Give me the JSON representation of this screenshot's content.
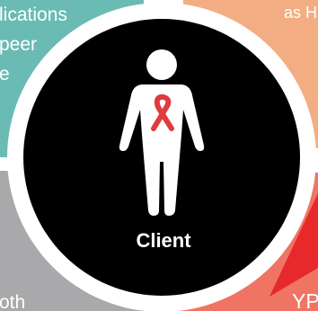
{
  "colors": {
    "teal": "#6bbbb5",
    "peach": "#f3ad82",
    "gray": "#a9a9ab",
    "salmon": "#ef7464",
    "red": "#e8292b",
    "ring": "#ffffff",
    "center": "#000000",
    "figure": "#ffffff",
    "ribbon": "#e03b3e"
  },
  "segments": {
    "top_left_lines": [
      "lications",
      "peer",
      "e"
    ],
    "top_right_text": "as H",
    "bottom_left_text": "oth",
    "bottom_right_text": "YP"
  },
  "center": {
    "label": "Client",
    "icon": "person-with-awareness-ribbon-icon"
  }
}
